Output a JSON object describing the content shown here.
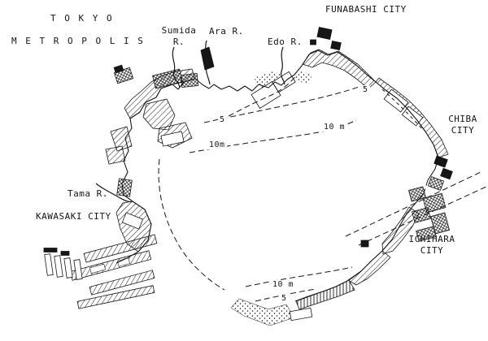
{
  "map": {
    "ink_color": "#161616",
    "paper_color": "#ffffff",
    "regions": {
      "tokyo_line1": "T O K Y O",
      "tokyo_line2": "M E T R O P O L I S",
      "funabashi": "FUNABASHI CITY",
      "chiba_line1": "CHIBA",
      "chiba_line2": "CITY",
      "ichihara_line1": "ICHIHARA",
      "ichihara_line2": "CITY",
      "kawasaki": "KAWASAKI CITY"
    },
    "rivers": {
      "sumida_line1": "Sumida",
      "sumida_line2": "R.",
      "ara": "Ara R.",
      "edo": "Edo R.",
      "tama": "Tama R."
    },
    "depths": {
      "five_inner": "5",
      "ten_west": "10m",
      "ten_center": "10 m",
      "five_east": "5",
      "ten_south": "10 m",
      "five_south": "5"
    }
  }
}
